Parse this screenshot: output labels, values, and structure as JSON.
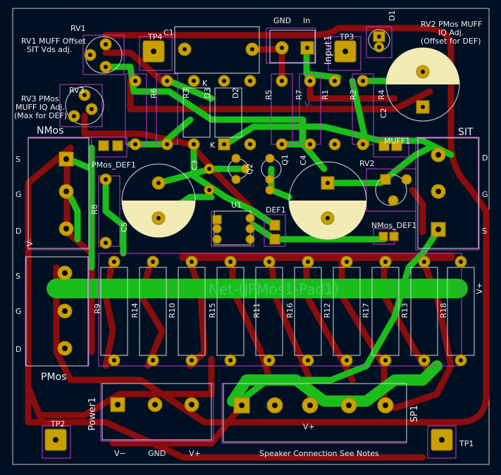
{
  "board_labels": {
    "rv1_note_1": "RV1 MUFF Offset",
    "rv1_note_2": "SIT Vds adj.",
    "rv3_note_1": "RV3 PMos",
    "rv3_note_2": "MUFF IQ Adj.",
    "rv3_note_3": "(Max for DEF)",
    "rv2_note_1": "RV2 PMos MUFF",
    "rv2_note_2": "IQ Adj.",
    "rv2_note_3": "(Offset for DEF)",
    "nmos": "NMos",
    "pmos": "PMos",
    "sit": "SIT",
    "net_label": "Net-(JPMos1-Pad1)",
    "speaker_note": "Speaker Connection See Notes",
    "gnd_top": "GND",
    "in_top": "In",
    "power_vminus": "V−",
    "power_gnd": "GND",
    "power_vplus": "V+",
    "sp_vplus": "V+"
  },
  "pin_labels": {
    "nmos": [
      "S",
      "G",
      "D"
    ],
    "pmos": [
      "S",
      "G",
      "D"
    ],
    "sit": [
      "D",
      "G",
      "S"
    ]
  },
  "refs": {
    "RV1": "RV1",
    "RV2": "RV2",
    "RV3": "RV3",
    "TP1": "TP1",
    "TP2": "TP2",
    "TP3": "TP3",
    "TP4": "TP4",
    "C1": "C1",
    "C2": "C2",
    "C3": "C3",
    "C4": "C4",
    "C5": "C5",
    "D1": "D1",
    "D2": "D2",
    "D3": "D3",
    "Q1": "Q1",
    "Q2": "Q2",
    "U1": "U1",
    "R1": "R1",
    "R2": "R2",
    "R3": "R3",
    "R4": "R4",
    "R5": "R5",
    "R6": "R6",
    "R7": "R7",
    "R8": "R8",
    "R9": "R9",
    "R10": "R10",
    "R11": "R11",
    "R12": "R12",
    "R13": "R13",
    "R14": "R14",
    "R15": "R15",
    "R16": "R16",
    "R17": "R17",
    "R18": "R18",
    "Input1": "Input1",
    "Power1": "Power1",
    "SP1": "SP1",
    "MUFF1": "MUFF1",
    "DEF1": "DEF1",
    "PMos_DEF1": "PMos_DEF1",
    "NMos_DEF1": "NMos_DEF1",
    "K1": "K",
    "K2": "K",
    "vminus_left": "V-",
    "vplus_right": "V+",
    "vminus_mid": "V-"
  },
  "colors": {
    "board": "#001023",
    "copper_back": "#8a0d0d",
    "copper_front": "#1bbd1b",
    "pad": "#c8a000",
    "silk": "#f0f0f0",
    "courtyard": "#c040c0"
  }
}
